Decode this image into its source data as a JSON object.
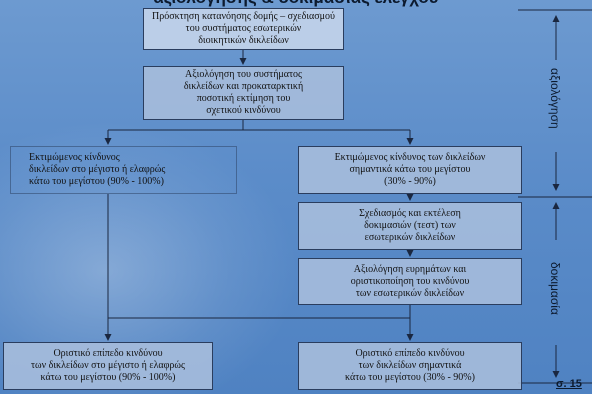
{
  "slide": {
    "title": "αξιολόγησης & δοκιμασίας ελέγχου",
    "page_number": "σ. 15"
  },
  "boxes": {
    "structure_acquisition": "Πρόσκτηση κατανόησης δομής – σχεδιασμού\nτου συστήματος εσωτερικών\nδιοικητικών δικλείδων",
    "system_evaluation": "Αξιολόγηση του συστήματος\nδικλείδων και προκαταρκτική\nποσοτική εκτίμηση του\nσχετικού κινδύνου",
    "risk_max": "Εκτιμώμενος κίνδυνος\nδικλείδων στο μέγιστο ή ελαφρώς\nκάτω του μεγίστου (90% - 100%)",
    "risk_significant": "Εκτιμώμενος κίνδυνος των δικλείδων\nσημαντικά κάτω του μεγίστου\n(30% - 90%)",
    "test_design": "Σχεδιασμός και εκτέλεση\nδοκιμασιών (τεστ) των\nεσωτερικών δικλείδων",
    "findings_evaluation": "Αξιολόγηση ευρημάτων και\nοριστικοποίηση του κινδύνου\nτων εσωτερικών δικλείδων",
    "final_max": "Οριστικό επίπεδο κινδύνου\nτων δικλείδων στο μέγιστο ή ελαφρώς\nκάτω του μεγίστου (90% - 100%)",
    "final_significant": "Οριστικό επίπεδο κινδύνου\nτων δικλείδων σημαντικά\nκάτω του μεγίστου (30% - 90%)"
  },
  "side_labels": {
    "evaluation": "αξιολόγηση",
    "testing": "δοκιμασία"
  },
  "colors": {
    "background": "#5b8cc9",
    "box_fill": "#a6bddc",
    "line": "#1a2740"
  }
}
